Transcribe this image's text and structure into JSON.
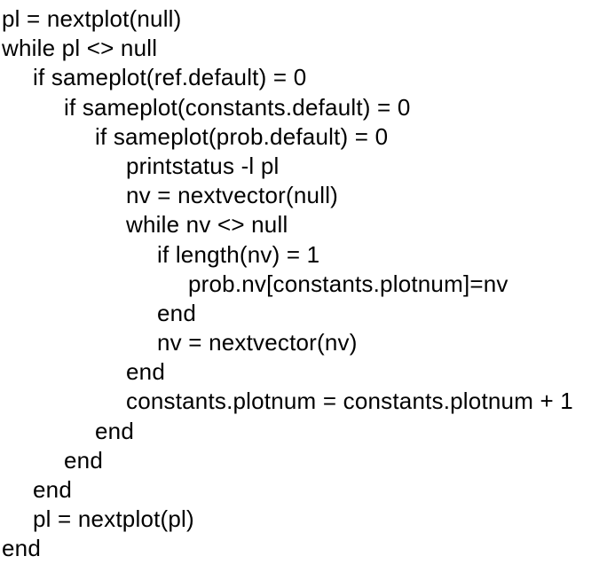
{
  "page": {
    "background_color": "#ffffff",
    "text_color": "#000000"
  },
  "code_listing": {
    "lines": [
      {
        "indent": 0,
        "text": "pl = nextplot(null)"
      },
      {
        "indent": 0,
        "text": "while pl <> null"
      },
      {
        "indent": 1,
        "text": "if sameplot(ref.default) = 0"
      },
      {
        "indent": 2,
        "text": "if sameplot(constants.default) = 0"
      },
      {
        "indent": 3,
        "text": "if sameplot(prob.default) = 0"
      },
      {
        "indent": 4,
        "text": "printstatus -l pl"
      },
      {
        "indent": 4,
        "text": "nv = nextvector(null)"
      },
      {
        "indent": 4,
        "text": "while nv <> null"
      },
      {
        "indent": 5,
        "text": "if length(nv) = 1"
      },
      {
        "indent": 6,
        "text": "prob.nv[constants.plotnum]=nv"
      },
      {
        "indent": 5,
        "text": "end"
      },
      {
        "indent": 5,
        "text": "nv = nextvector(nv)"
      },
      {
        "indent": 4,
        "text": "end"
      },
      {
        "indent": 4,
        "text": "constants.plotnum = constants.plotnum + 1"
      },
      {
        "indent": 3,
        "text": "end"
      },
      {
        "indent": 2,
        "text": "end"
      },
      {
        "indent": 1,
        "text": "end"
      },
      {
        "indent": 1,
        "text": "pl = nextplot(pl)"
      },
      {
        "indent": 0,
        "text": "end"
      }
    ]
  }
}
